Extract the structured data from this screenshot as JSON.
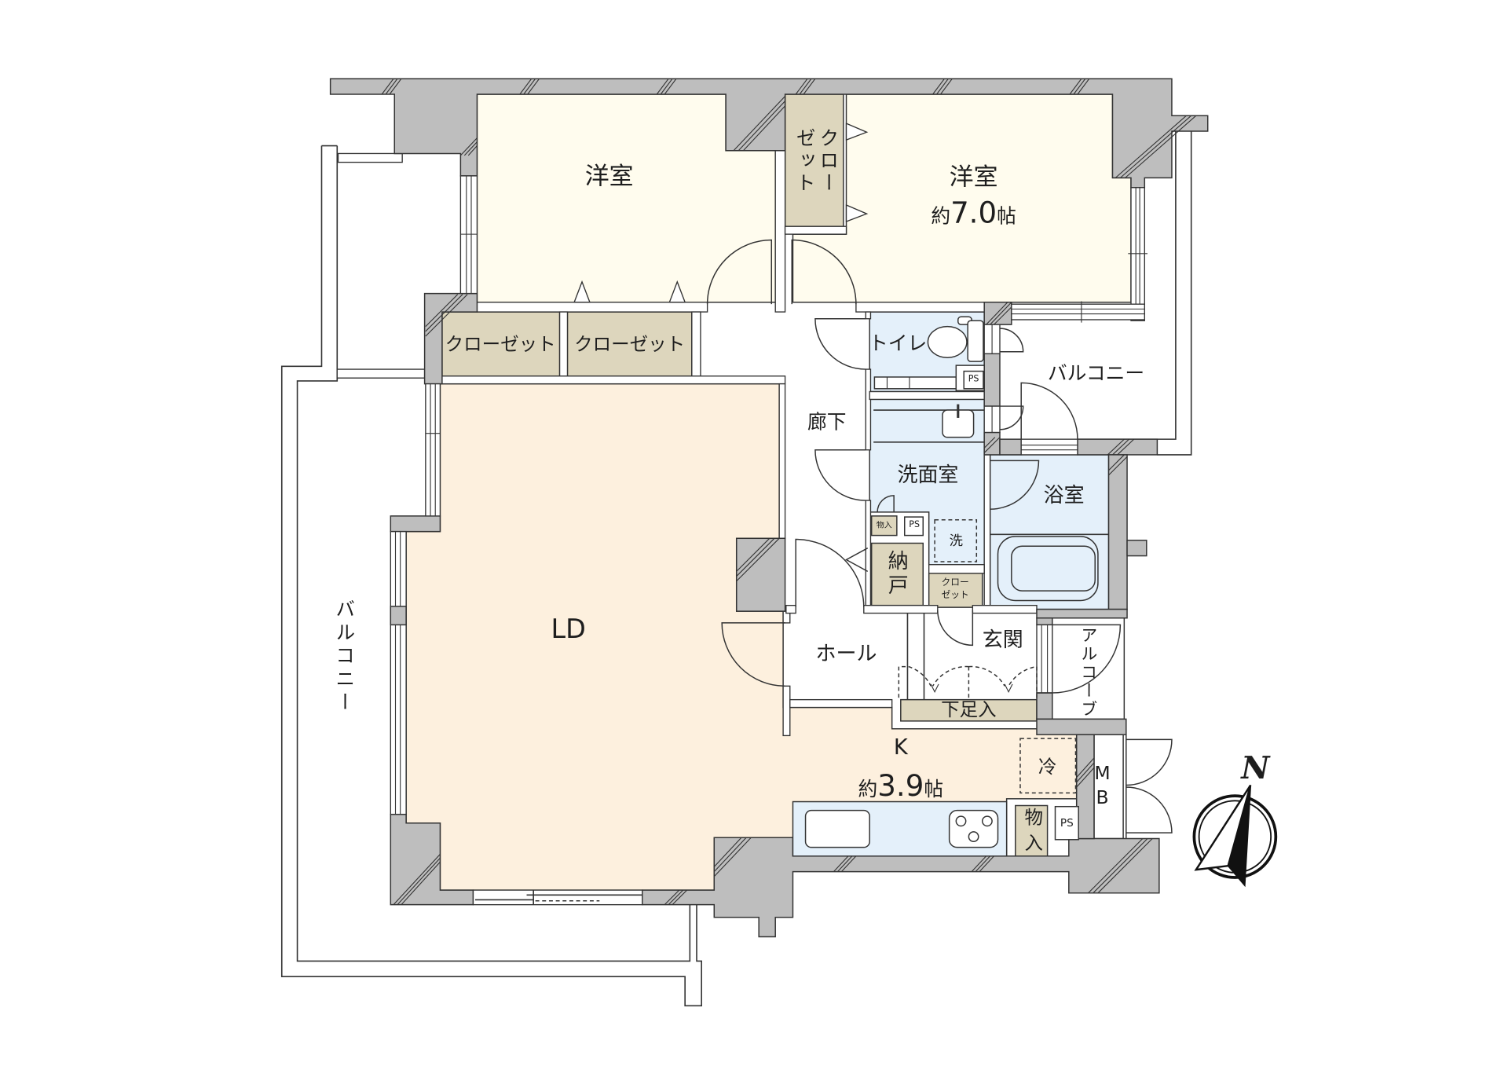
{
  "plan": {
    "colors": {
      "western_room": "#FFFCEE",
      "living_kitchen": "#FDF0DE",
      "storage": "#DDD6BD",
      "wet_area": "#E4F0FA",
      "wall": "#BEBEBE",
      "line": "#333333"
    },
    "rooms": {
      "western_room_1": {
        "name": "洋室"
      },
      "western_room_2": {
        "name": "洋室",
        "area_prefix": "約",
        "area_value": "7.0",
        "area_unit": "帖"
      },
      "living_dining": {
        "name": "LD"
      },
      "kitchen": {
        "name": "K",
        "area_prefix": "約",
        "area_value": "3.9",
        "area_unit": "帖"
      },
      "corridor": {
        "name": "廊下"
      },
      "toilet": {
        "name": "トイレ"
      },
      "washroom": {
        "name": "洗面室"
      },
      "bathroom": {
        "name": "浴室"
      },
      "storeroom": {
        "name": "納戸"
      },
      "hall": {
        "name": "ホール"
      },
      "entrance": {
        "name": "玄関"
      },
      "alcove": {
        "name": "アルコーブ"
      },
      "balcony_east": {
        "name": "バルコニー"
      },
      "balcony_west": {
        "name": "バルコニー"
      }
    },
    "storage": {
      "closet_room2": {
        "line1": "クロー",
        "line2": "ゼット"
      },
      "closet_a": {
        "name": "クローゼット"
      },
      "closet_b": {
        "name": "クローゼット"
      },
      "closet_entrance": {
        "line1": "クロー",
        "line2": "ゼット"
      },
      "shoe_cabinet": {
        "name": "下足入"
      },
      "washroom_cupboard": {
        "name": "物入"
      },
      "kitchen_cupboard": {
        "name": "物入"
      },
      "meter_box": {
        "name": "MB"
      }
    },
    "fixtures": {
      "toilet_pipe_space": "PS",
      "washroom_pipe_space": "PS",
      "kitchen_pipe_space": "PS",
      "washing_machine": "洗",
      "refrigerator": "冷"
    },
    "compass": {
      "north_label": "N"
    }
  }
}
